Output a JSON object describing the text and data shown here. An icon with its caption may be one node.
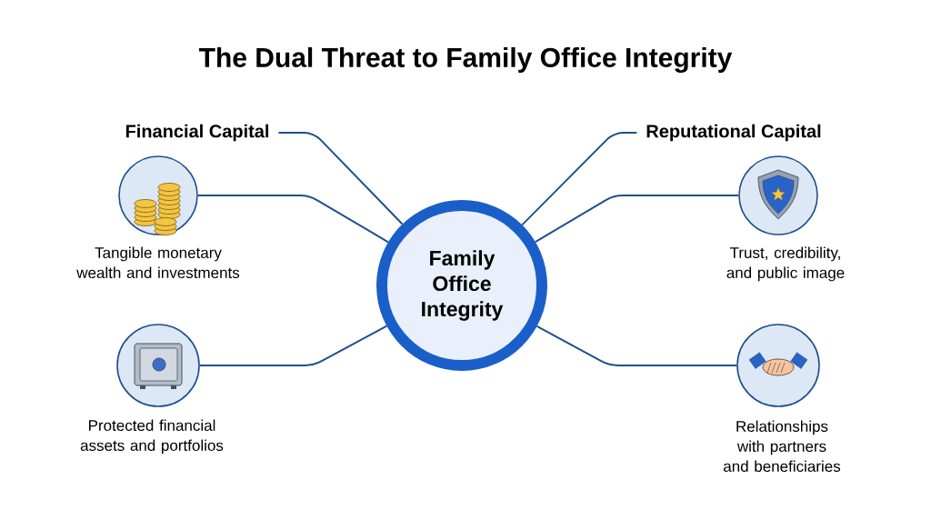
{
  "diagram": {
    "title": "The Dual Threat to Family Office Integrity",
    "nodes": [
      {
        "text": [
          "Family Office Integrity"
        ]
      },
      {
        "text": [
          "Financial Capital"
        ]
      },
      {
        "text": [],
        "shape": "circle",
        "beside": [
          "Tangible monetary wealth and investments"
        ]
      },
      {
        "text": [],
        "shape": "circle",
        "beside": [
          "Protected financial assets and portfolios"
        ]
      },
      {
        "text": [
          "Reputational Capital"
        ]
      },
      {
        "text": [],
        "shape": "circle",
        "beside": [
          "Trust, credibility, and public image"
        ]
      },
      {
        "text": [],
        "shape": "circle",
        "beside": [
          "Relationships with partners and beneficiaries"
        ]
      }
    ],
    "edges": [
      {
        "from": 1,
        "to": 0,
        "arrow": "none"
      },
      {
        "from": 2,
        "to": 0,
        "arrow": "none"
      },
      {
        "from": 3,
        "to": 0,
        "arrow": "none"
      },
      {
        "from": 4,
        "to": 0,
        "arrow": "none"
      },
      {
        "from": 5,
        "to": 0,
        "arrow": "none"
      },
      {
        "from": 6,
        "to": 0,
        "arrow": "none"
      }
    ]
  }
}
